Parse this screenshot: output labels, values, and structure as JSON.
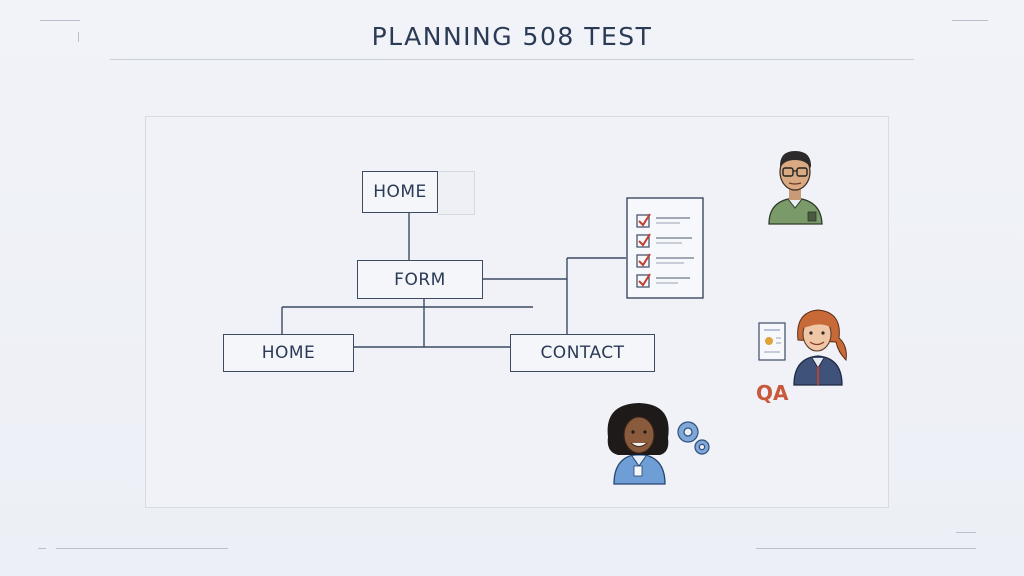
{
  "slide": {
    "title": "PLANNING 508 TEST"
  },
  "diagram": {
    "nodes": {
      "home_top": "HOME",
      "form": "FORM",
      "home_bottom": "HOME",
      "contact": "CONTACT"
    },
    "checklist": {
      "items_checked": 4
    }
  },
  "illustrations": {
    "qa_badge": "QA"
  },
  "colors": {
    "title": "#2b3a55",
    "line": "#3c4a63",
    "check": "#c0402e",
    "panel": "#f0f2f7"
  }
}
